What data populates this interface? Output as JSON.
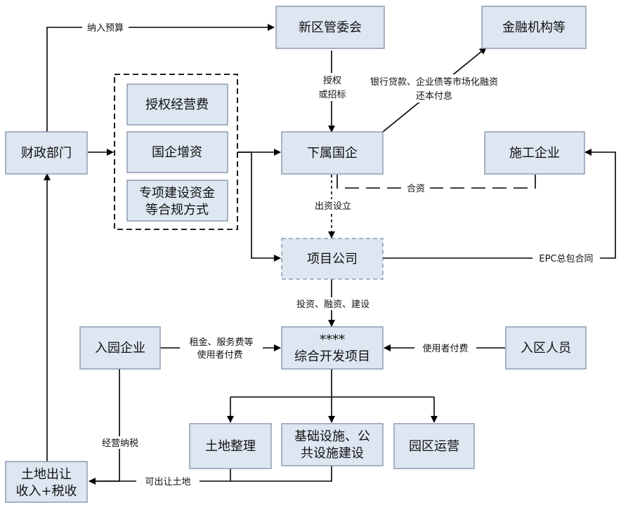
{
  "nodes": {
    "xinqu": "新区管委会",
    "jinrong": "金融机构等",
    "shouquan_fee": "授权经营费",
    "guoqi_zengzi": "国企增资",
    "zhuanxiang_1": "专项建设资金",
    "zhuanxiang_2": "等合规方式",
    "caizheng": "财政部门",
    "xiashu": "下属国企",
    "shigong": "施工企业",
    "xiangmu_gongsi": "项目公司",
    "ruyuan": "入园企业",
    "zonghe_1": "****",
    "zonghe_2": "综合开发项目",
    "ruqu": "入区人员",
    "tudi_zhengli": "土地整理",
    "jichu_1": "基础设施、公",
    "jichu_2": "共设施建设",
    "yuanqu": "园区运营",
    "tudi_churang_1": "土地出让",
    "tudi_churang_2": "收入+税收"
  },
  "edge_labels": {
    "narun_yusuan": "纳入预算",
    "shouquan_1": "授权",
    "shouquan_2": "或招标",
    "daikuan_1": "银行贷款、企业债等市场化融资",
    "daikuan_2": "还本付息",
    "hezi": "合资",
    "chuzi": "出资设立",
    "epc": "EPC总包合同",
    "touzi": "投资、融资、建设",
    "zujin_1": "租金、服务费等",
    "zujin_2": "使用者付费",
    "shiyongzhe": "使用者付费",
    "jingying_nashui": "经营纳税",
    "ke_churang": "可出让土地"
  }
}
